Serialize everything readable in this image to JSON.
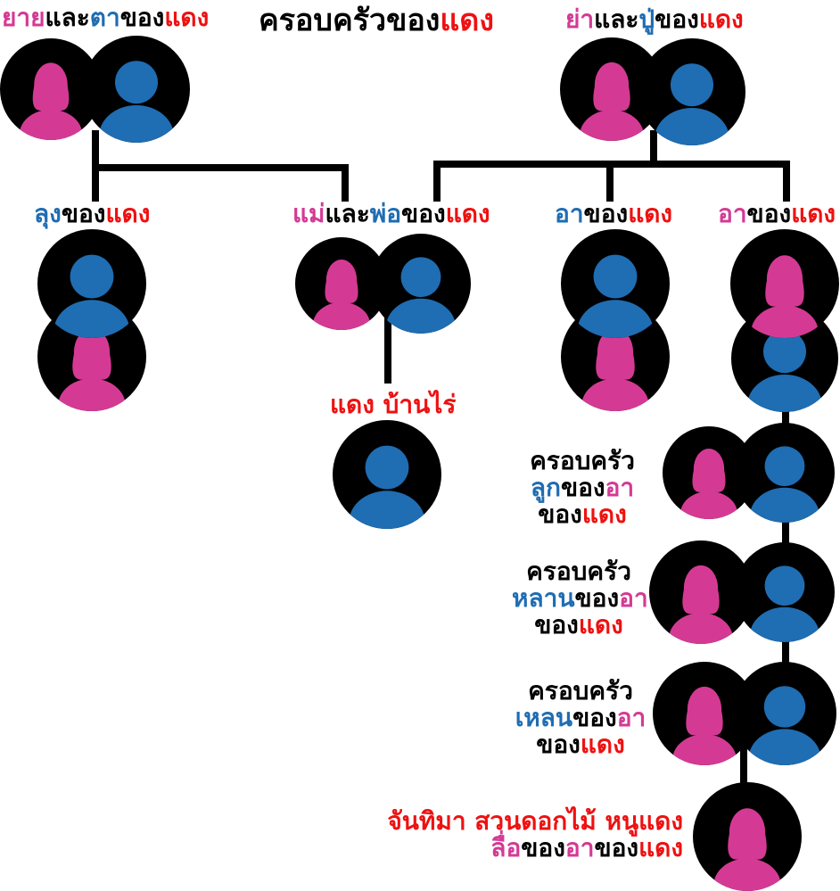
{
  "colors": {
    "female": "#d43a94",
    "male": "#1f6db3",
    "highlight": "#ee1111",
    "circle": "#000000",
    "line": "#000000"
  },
  "labels": {
    "title": {
      "a": "ครอบครัวของ",
      "b": "แดง"
    },
    "maternal_grandparents": {
      "a": "ยาย",
      "b": "และ",
      "c": "ตา",
      "d": "ของ",
      "e": "แดง"
    },
    "paternal_grandparents": {
      "a": "ย่า",
      "b": "และ",
      "c": "ปู่",
      "d": "ของ",
      "e": "แดง"
    },
    "uncle": {
      "a": "ลุง",
      "b": "ของ",
      "c": "แดง"
    },
    "parents": {
      "a": "แม่",
      "b": "และ",
      "c": "พ่อ",
      "d": "ของ",
      "e": "แดง"
    },
    "aunt_uncle_m": {
      "a": "อา",
      "b": "ของ",
      "c": "แดง"
    },
    "aunt_uncle_f": {
      "a": "อา",
      "b": "ของ",
      "c": "แดง"
    },
    "daeng": {
      "a": "แดง บ้านไร่"
    },
    "cousin_family": {
      "l1": "ครอบครัว",
      "l2a": "ลูก",
      "l2b": "ของ",
      "l2c": "อา",
      "l3a": "ของ",
      "l3b": "แดง"
    },
    "grandchild_family": {
      "l1": "ครอบครัว",
      "l2a": "หลาน",
      "l2b": "ของ",
      "l2c": "อา",
      "l3a": "ของ",
      "l3b": "แดง"
    },
    "great_grandchild_family": {
      "l1": "ครอบครัว",
      "l2a": "เหลน",
      "l2b": "ของ",
      "l2c": "อา",
      "l3a": "ของ",
      "l3b": "แดง"
    },
    "descendant": {
      "l1": "จันทิมา สวนดอกไม้ หนูแดง",
      "l2a": "ลื่อ",
      "l2b": "ของ",
      "l2c": "อา",
      "l2d": "ของ",
      "l2e": "แดง"
    }
  },
  "icons": {
    "female": "female-person-icon",
    "male": "male-person-icon"
  }
}
